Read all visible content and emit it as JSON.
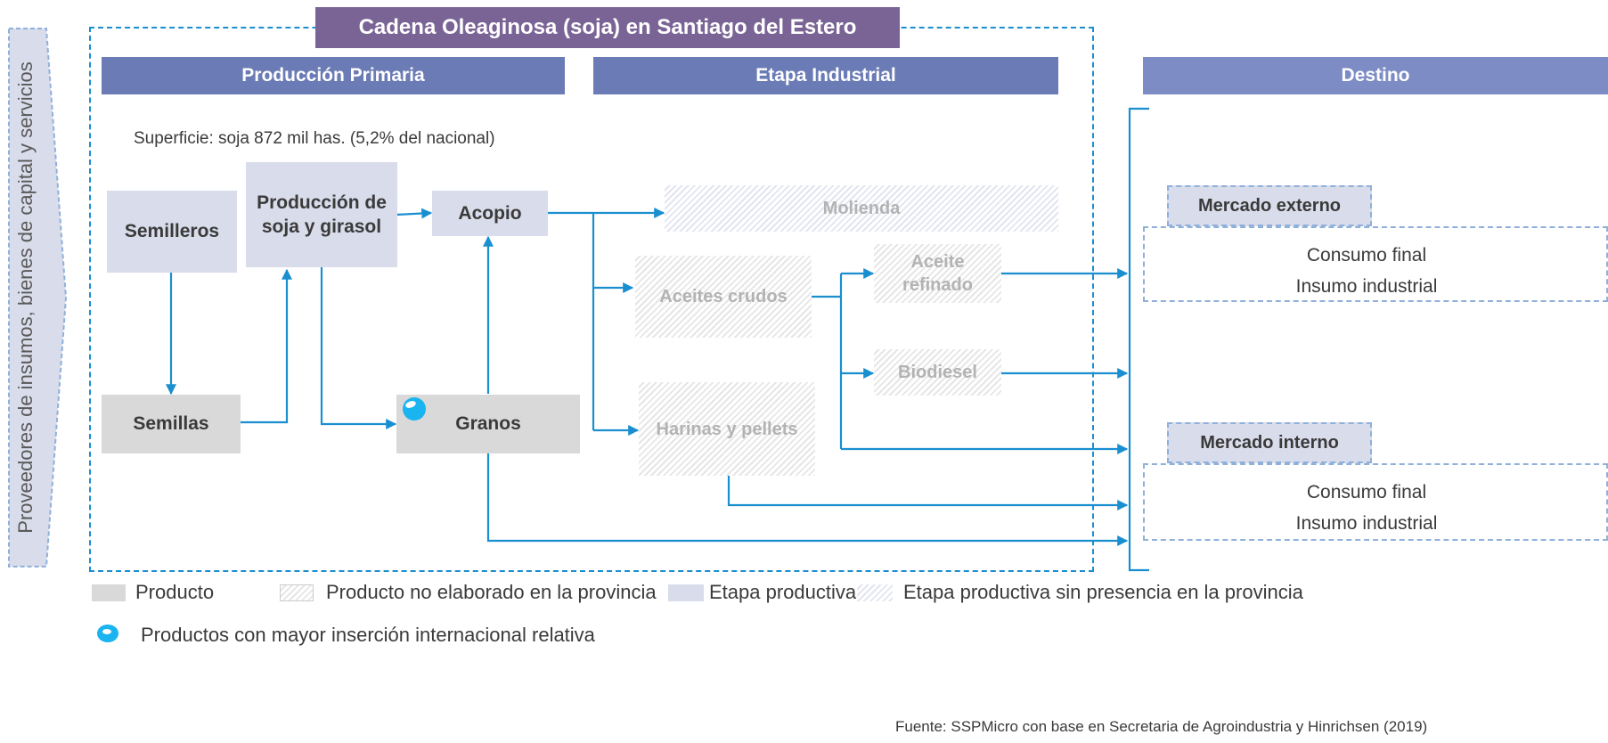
{
  "title": "Cadena Oleaginosa (soja) en Santiago del Estero",
  "side_label": "Proveedores de insumos, bienes de capital y servicios",
  "stages": {
    "primaria": "Producción Primaria",
    "industrial": "Etapa Industrial",
    "destino": "Destino"
  },
  "superficie": "Superficie: soja 872 mil has. (5,2% del nacional)",
  "nodes": {
    "semilleros": "Semilleros",
    "produccion": "Producción de soja y girasol",
    "acopio": "Acopio",
    "semillas": "Semillas",
    "granos": "Granos",
    "molienda": "Molienda",
    "aceites_crudos": "Aceites crudos",
    "aceite_refinado": "Aceite refinado",
    "biodiesel": "Biodiesel",
    "harinas": "Harinas y pellets"
  },
  "markets": {
    "externo": {
      "title": "Mercado externo",
      "line1": "Consumo final",
      "line2": "Insumo industrial"
    },
    "interno": {
      "title": "Mercado interno",
      "line1": "Consumo final",
      "line2": "Insumo industrial"
    }
  },
  "legend": {
    "producto": "Producto",
    "producto_no_elaborado": "Producto no elaborado en la provincia",
    "etapa": "Etapa productiva",
    "etapa_sin_presencia": "Etapa productiva sin presencia en la provincia",
    "insercion": "Productos con mayor inserción internacional relativa"
  },
  "source": "Fuente: SSPMicro con base en Secretaria de Agroindustria y Hinrichsen (2019)",
  "colors": {
    "title_bg": "#7a6496",
    "stage_bar": "#6b7bb5",
    "arrow": "#1a8fd0",
    "etapa_fill": "#d9dcea",
    "producto_fill": "#d9d9d9",
    "dashed_border": "#1a8fd0",
    "insercion_marker": "#1ab4f0"
  },
  "icons": {
    "insercion_marker": "blue-drop-icon"
  }
}
